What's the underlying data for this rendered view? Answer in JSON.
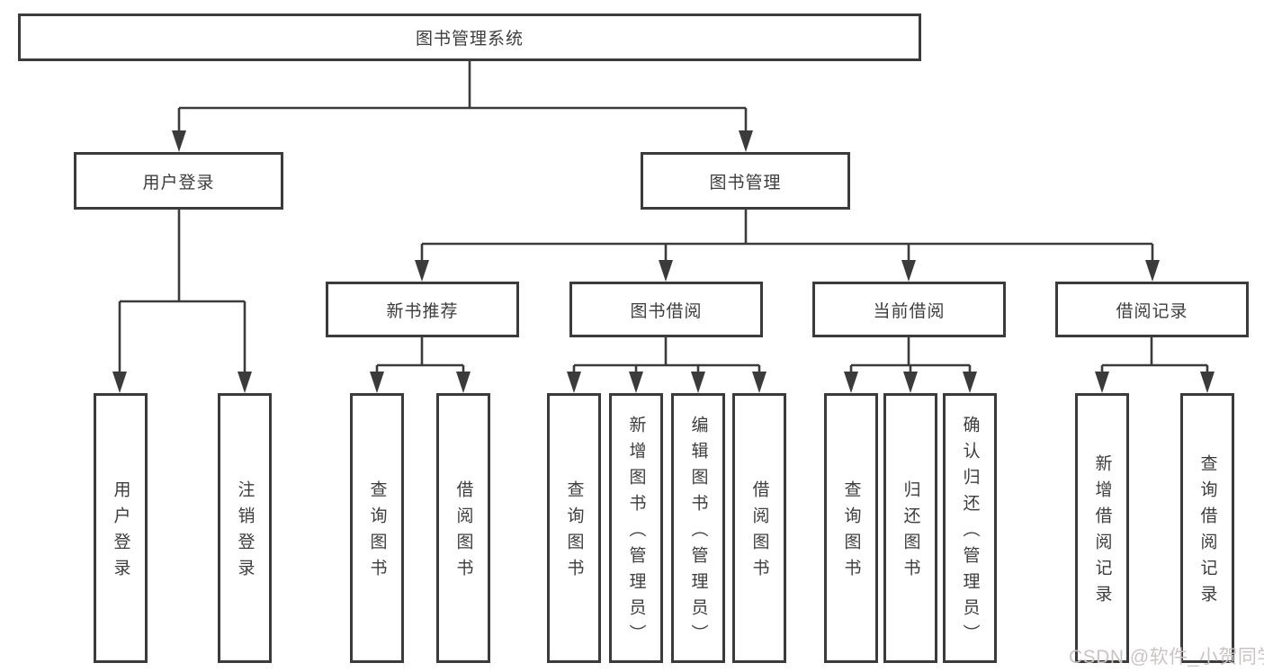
{
  "tree": {
    "label": "图书管理系统",
    "children": [
      {
        "label": "用户登录",
        "children": [
          {
            "label": "用户登录"
          },
          {
            "label": "注销登录"
          }
        ]
      },
      {
        "label": "图书管理",
        "children": [
          {
            "label": "新书推荐",
            "children": [
              {
                "label": "查询图书"
              },
              {
                "label": "借阅图书"
              }
            ]
          },
          {
            "label": "图书借阅",
            "children": [
              {
                "label": "查询图书"
              },
              {
                "label": "新增图书（管理员）"
              },
              {
                "label": "编辑图书（管理员）"
              },
              {
                "label": "借阅图书"
              }
            ]
          },
          {
            "label": "当前借阅",
            "children": [
              {
                "label": "查询图书"
              },
              {
                "label": "归还图书"
              },
              {
                "label": "确认归还（管理员）"
              }
            ]
          },
          {
            "label": "借阅记录",
            "children": [
              {
                "label": "新增借阅记录"
              },
              {
                "label": "查询借阅记录"
              }
            ]
          }
        ]
      }
    ]
  },
  "watermark": {
    "text": "CSDN @软件_小贺同学"
  },
  "colors": {
    "line": "#3b3b3b",
    "text": "#3d3d3d",
    "box_background": "#ffffff",
    "watermark": "#c9c4c4",
    "page_background": "#ffffff"
  }
}
